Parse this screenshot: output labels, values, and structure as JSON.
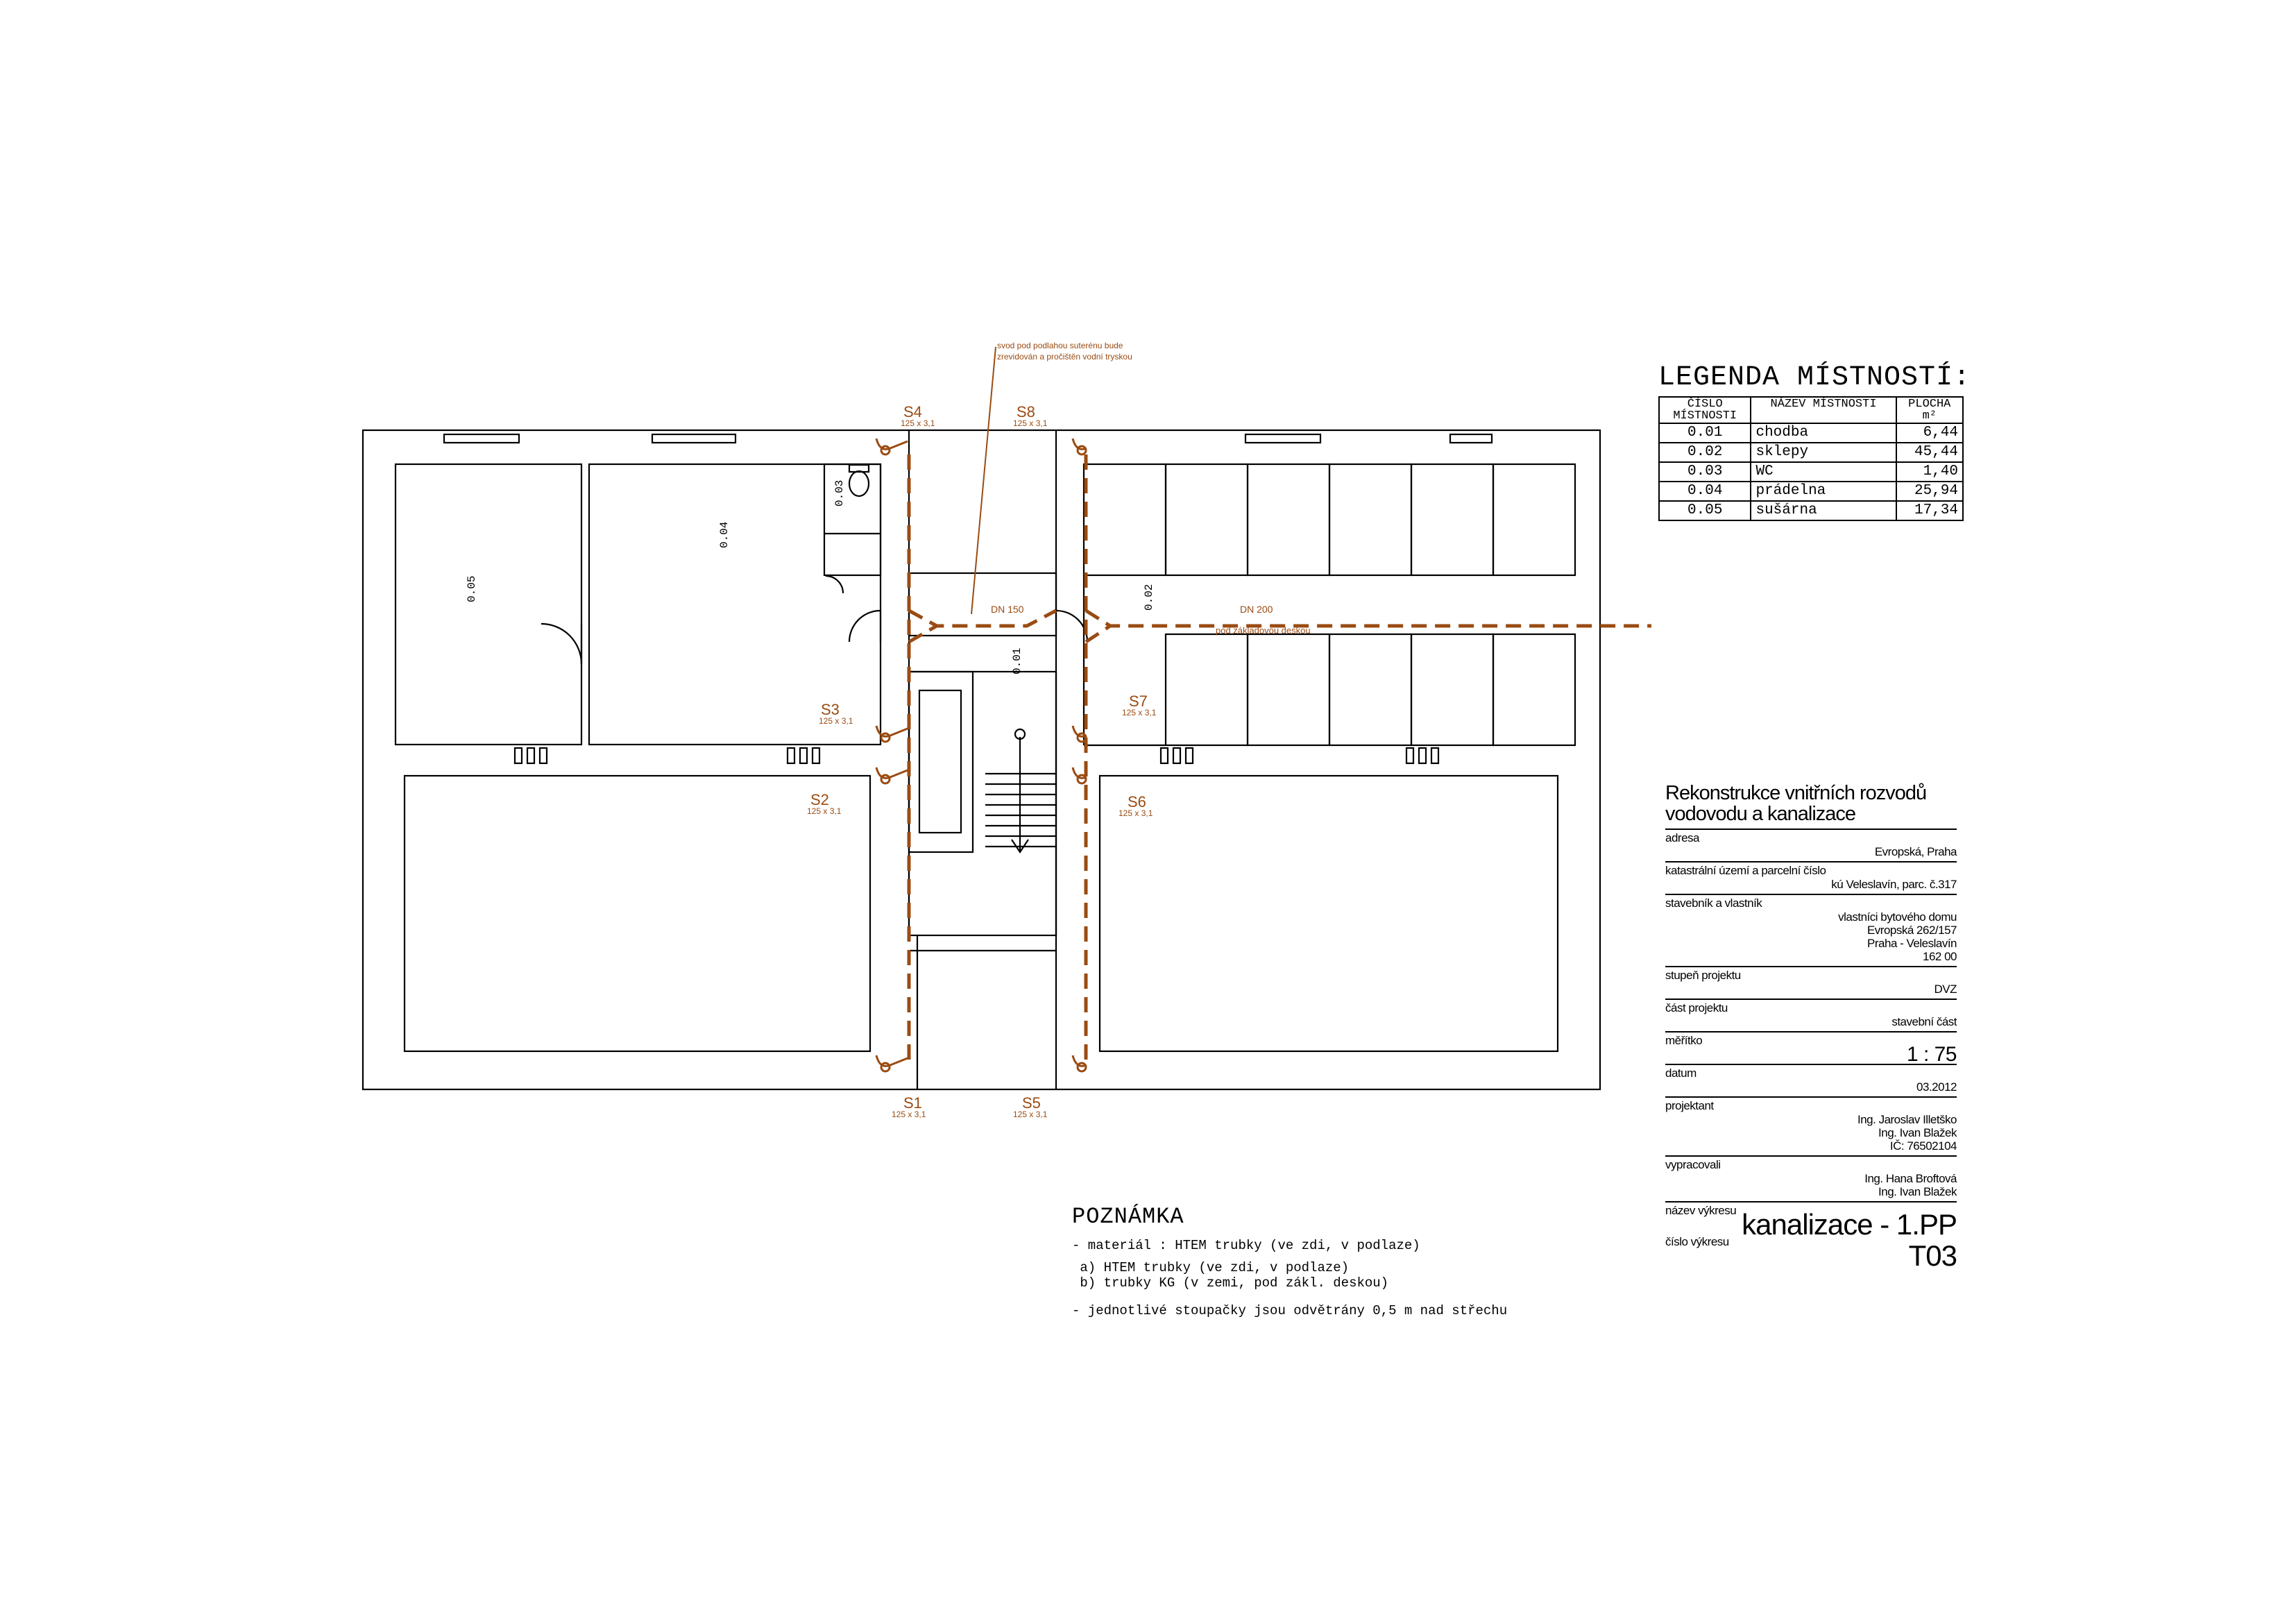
{
  "plan": {
    "note_top": [
      "svod pod podlahou suterénu bude",
      "zrevidován a pročištěn vodní tryskou"
    ],
    "room_codes": {
      "r05": "0.05",
      "r04": "0.04",
      "r03": "0.03",
      "r02": "0.02",
      "r01": "0.01"
    },
    "pipes": [
      {
        "id": "S1",
        "size": "125 x 3,1"
      },
      {
        "id": "S2",
        "size": "125 x 3,1"
      },
      {
        "id": "S3",
        "size": "125 x 3,1"
      },
      {
        "id": "S4",
        "size": "125 x 3,1"
      },
      {
        "id": "S5",
        "size": "125 x 3,1"
      },
      {
        "id": "S6",
        "size": "125 x 3,1"
      },
      {
        "id": "S7",
        "size": "125 x 3,1"
      },
      {
        "id": "S8",
        "size": "125 x 3,1"
      }
    ],
    "dn150": "DN 150",
    "dn200": "DN 200",
    "dn200_sub": "pod základovou deskou",
    "pipe_color": "#9a4b12"
  },
  "legend": {
    "title": "LEGENDA MÍSTNOSTÍ:",
    "headers": {
      "num1": "ČÍSLO",
      "num2": "MÍSTNOSTI",
      "name": "NÁZEV MÍSTNOSTI",
      "area": "PLOCHA",
      "unit": "m²"
    },
    "rows": [
      {
        "num": "0.01",
        "name": "chodba",
        "area": "6,44"
      },
      {
        "num": "0.02",
        "name": "sklepy",
        "area": "45,44"
      },
      {
        "num": "0.03",
        "name": "WC",
        "area": "1,40"
      },
      {
        "num": "0.04",
        "name": "prádelna",
        "area": "25,94"
      },
      {
        "num": "0.05",
        "name": "sušárna",
        "area": "17,34"
      }
    ]
  },
  "titleblock": {
    "project_line1": "Rekonstrukce vnitřních rozvodů",
    "project_line2": "vodovodu a kanalizace",
    "address_label": "adresa",
    "address": "Evropská, Praha",
    "cadastre_label": "katastrální území a parcelní číslo",
    "cadastre": "kú Veleslavín, parc. č.317",
    "owner_label": "stavebník a vlastník",
    "owner": [
      "vlastníci bytového domu",
      "Evropská 262/157",
      "Praha  - Veleslavín",
      "162 00"
    ],
    "stage_label": "stupeň projektu",
    "stage": "DVZ",
    "part_label": "část projektu",
    "part": "stavební část",
    "scale_label": "měřítko",
    "scale": "1 : 75",
    "date_label": "datum",
    "date": "03.2012",
    "designer_label": "projektant",
    "designer": [
      "Ing. Jaroslav Illetško",
      "Ing. Ivan Blažek",
      "IČ: 76502104"
    ],
    "prepared_label": "vypracovali",
    "prepared": [
      "Ing. Hana Broftová",
      "Ing. Ivan Blažek"
    ],
    "drawing_name_label": "název výkresu",
    "drawing_name": "kanalizace - 1.PP",
    "drawing_no_label": "číslo výkresu",
    "drawing_no": "T03"
  },
  "note": {
    "title": "POZNÁMKA",
    "line1": "- materiál : HTEM trubky (ve zdi, v podlaze)",
    "line2": " a) HTEM trubky (ve zdi, v podlaze)",
    "line3": " b) trubky KG (v zemi, pod zákl. deskou)",
    "line4": "- jednotlivé stoupačky jsou odvětrány 0,5 m nad střechu"
  }
}
